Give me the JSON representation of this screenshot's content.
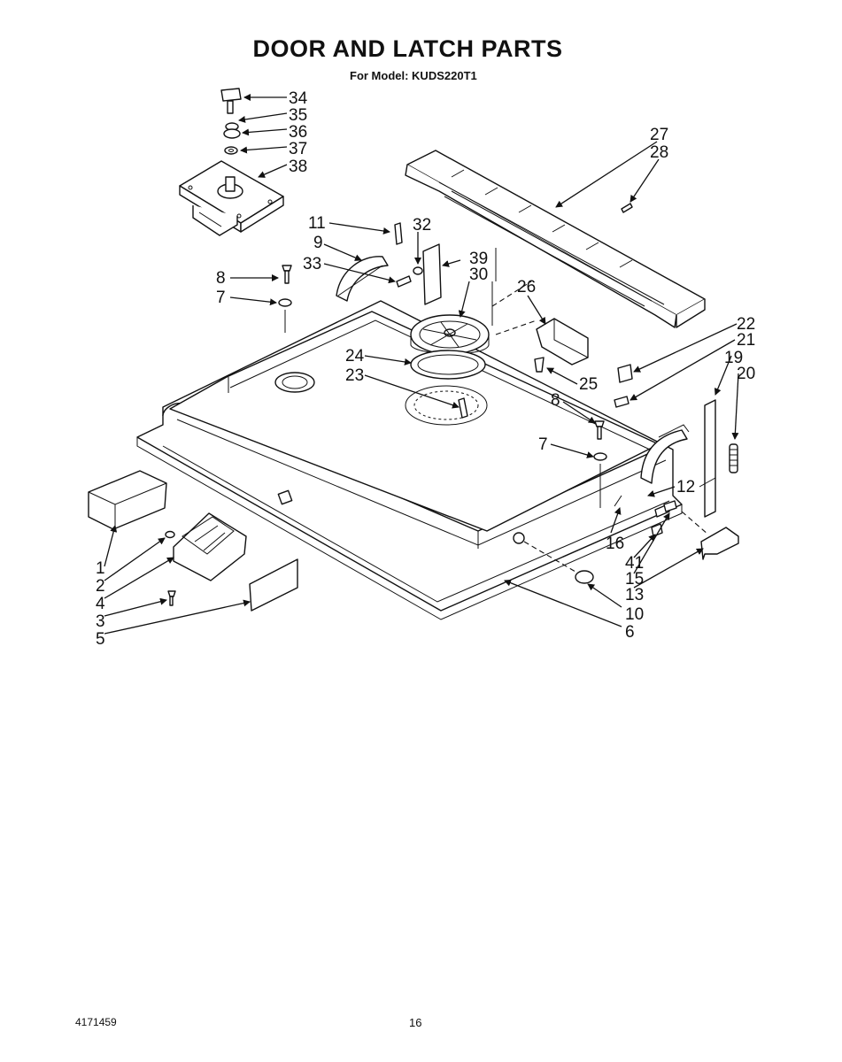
{
  "title": "DOOR AND LATCH PARTS",
  "subtitle": "For Model: KUDS220T1",
  "labels": {
    "l34": "34",
    "l35": "35",
    "l36": "36",
    "l37": "37",
    "l38": "38",
    "l27": "27",
    "l28": "28",
    "l11": "11",
    "l32": "32",
    "l9": "9",
    "l39": "39",
    "l33": "33",
    "l30": "30",
    "l8a": "8",
    "l7a": "7",
    "l26": "26",
    "l22": "22",
    "l21": "21",
    "l19": "19",
    "l20": "20",
    "l24": "24",
    "l23": "23",
    "l25": "25",
    "l8b": "8",
    "l7b": "7",
    "l12": "12",
    "l16": "16",
    "l41": "41",
    "l15": "15",
    "l13": "13",
    "l10": "10",
    "l6": "6",
    "l1": "1",
    "l2": "2",
    "l4": "4",
    "l3": "3",
    "l5": "5"
  },
  "footer": {
    "doc_number": "4171459",
    "page_number": "16"
  }
}
